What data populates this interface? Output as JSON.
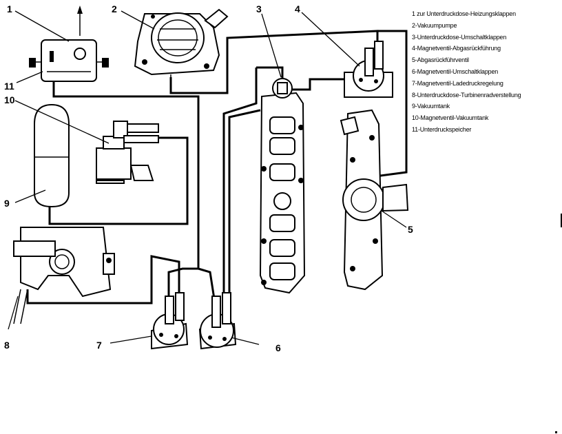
{
  "callouts": [
    "1",
    "2",
    "3",
    "4",
    "5",
    "6",
    "7",
    "8",
    "9",
    "10",
    "11"
  ],
  "legend": [
    "1 zur Unterdruckdose-Heizungsklappen",
    "2-Vakuumpumpe",
    "3-Unterdruckdose-Umschaltklappen",
    "4-Magnetventil-Abgasrückführung",
    "5-Abgasrückführventil",
    "6-Magnetventil-Umschaltklappen",
    "7-Magnetventil-Ladedruckregelung",
    "8-Unterdruckdose-Turbinenradverstellung",
    "9-Vakuumtank",
    "10-Magnetventil-Vakuumtank",
    "11-Unterdruckspeicher"
  ]
}
